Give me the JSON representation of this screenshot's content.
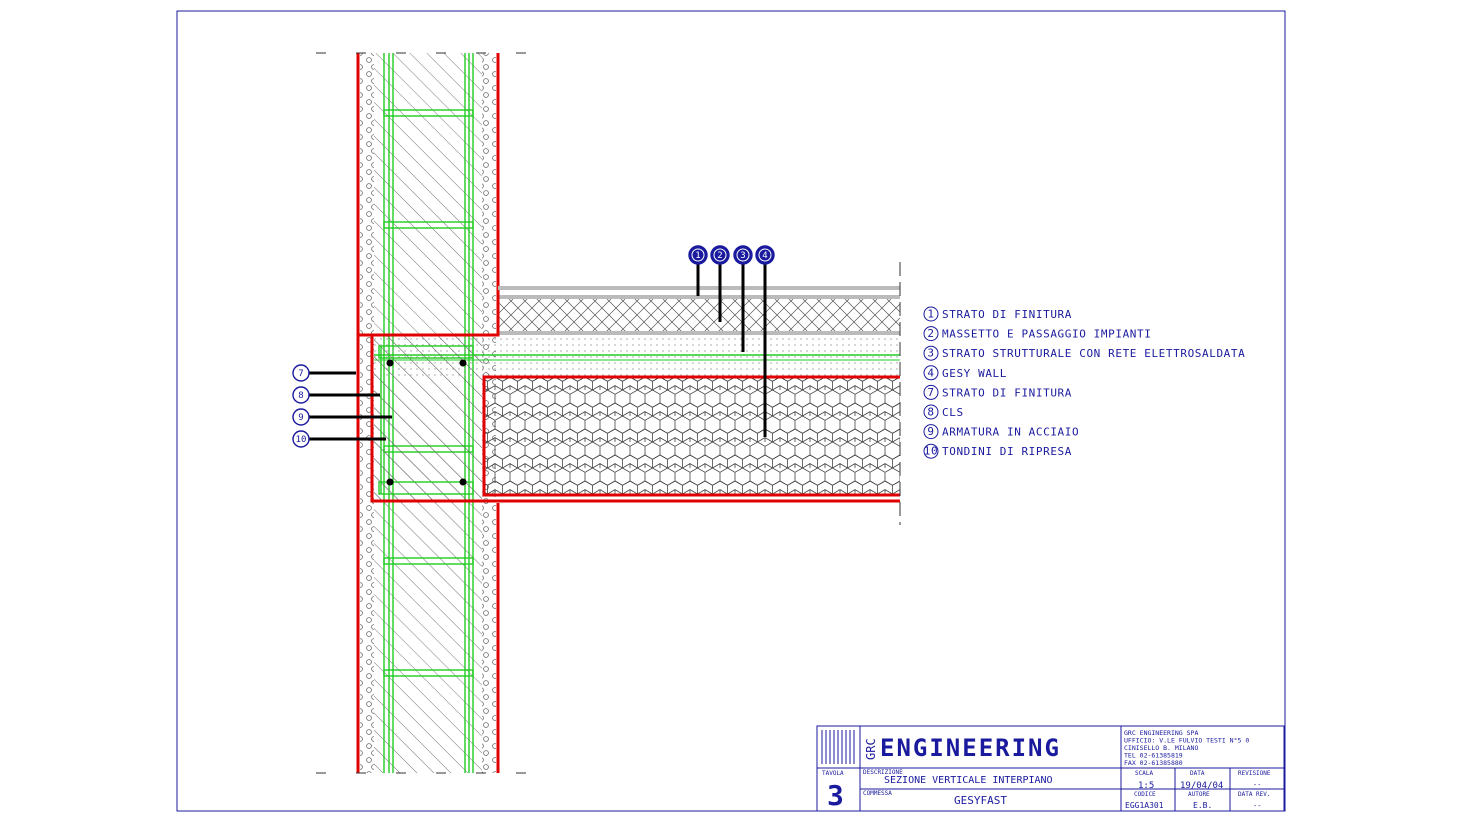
{
  "drawing": {
    "legend": [
      {
        "num": "1",
        "label": "STRATO DI FINITURA"
      },
      {
        "num": "2",
        "label": "MASSETTO E PASSAGGIO IMPIANTI"
      },
      {
        "num": "3",
        "label": "STRATO STRUTTURALE CON RETE ELETTROSALDATA"
      },
      {
        "num": "4",
        "label": "GESY WALL"
      },
      {
        "num": "7",
        "label": "STRATO DI FINITURA"
      },
      {
        "num": "8",
        "label": "CLS"
      },
      {
        "num": "9",
        "label": "ARMATURA IN ACCIAIO"
      },
      {
        "num": "10",
        "label": "TONDINI DI RIPRESA"
      }
    ],
    "top_markers": [
      "1",
      "2",
      "3",
      "4"
    ],
    "left_markers": [
      "7",
      "8",
      "9",
      "10"
    ],
    "colors": {
      "frame": "#1a1a9e",
      "insulation": "#e00000",
      "rebar": "#22cc22",
      "hatch": "#555555"
    }
  },
  "title_block": {
    "brand_small": "GRC",
    "brand": "ENGINEERING",
    "company_lines": [
      "GRC ENGINEERING SPA",
      "UFFICIO: V.LE FULVIO TESTI N°5 0",
      "CINISELLO B. MILANO",
      "TEL 02-61385819",
      "FAX 02-61385880"
    ],
    "tavola_label": "TAVOLA",
    "tavola_value": "3",
    "descrizione_label": "DESCRIZIONE",
    "descrizione_value": "SEZIONE VERTICALE INTERPIANO",
    "commessa_label": "COMMESSA",
    "commessa_value": "GESYFAST",
    "scala_label": "SCALA",
    "scala_value": "1:5",
    "data_label": "DATA",
    "data_value": "19/04/04",
    "revisione_label": "REVISIONE",
    "revisione_value": "--",
    "codice_label": "CODICE",
    "codice_value": "EGG1A301",
    "autore_label": "AUTORE",
    "autore_value": "E.B.",
    "data_rev_label": "DATA REV.",
    "data_rev_value": "--"
  }
}
